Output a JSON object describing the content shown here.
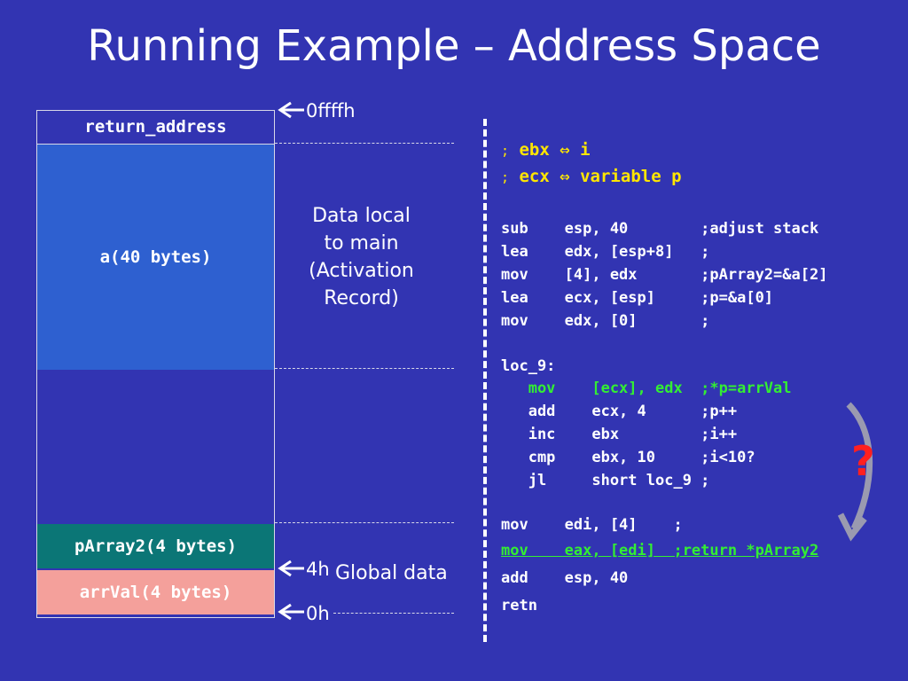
{
  "title": "Running Example – Address Space",
  "memory": {
    "return_address": "return_address",
    "a_block": "a(40 bytes)",
    "parray2_block": "pArray2(4 bytes)",
    "arrval_block": "arrVal(4 bytes)"
  },
  "addresses": {
    "top": "0ffffh",
    "four": "4h",
    "zero": "0h"
  },
  "notes": {
    "local_line1": "Data local",
    "local_line2": "to main",
    "local_line3": "(Activation",
    "local_line4": "Record)",
    "global": "Global data"
  },
  "comments": [
    {
      "semi": ";",
      "text": "ebx ⇔ i"
    },
    {
      "semi": ";",
      "text": "ecx ⇔ variable p"
    }
  ],
  "code": {
    "prologue": [
      "sub    esp, 40        ;adjust stack",
      "lea    edx, [esp+8]   ;",
      "mov    [4], edx       ;pArray2=&a[2]",
      "lea    ecx, [esp]     ;p=&a[0]",
      "mov    edx, [0]       ;"
    ],
    "label": "loc_9:",
    "loop": [
      "   mov    [ecx], edx  ;*p=arrVal",
      "   add    ecx, 4      ;p++",
      "   inc    ebx         ;i++",
      "   cmp    ebx, 10     ;i<10?",
      "   jl     short loc_9 ;"
    ],
    "epilogue": [
      "mov    edi, [4]    ;",
      "mov    eax, [edi]  ;return *pArray2",
      "add    esp, 40",
      "retn"
    ]
  },
  "question_mark": "?",
  "colors": {
    "background": "#3234b2",
    "comment": "#ffe600",
    "highlight": "#33ee33",
    "question": "#ff2020",
    "arrow": "#9a9ab0"
  }
}
